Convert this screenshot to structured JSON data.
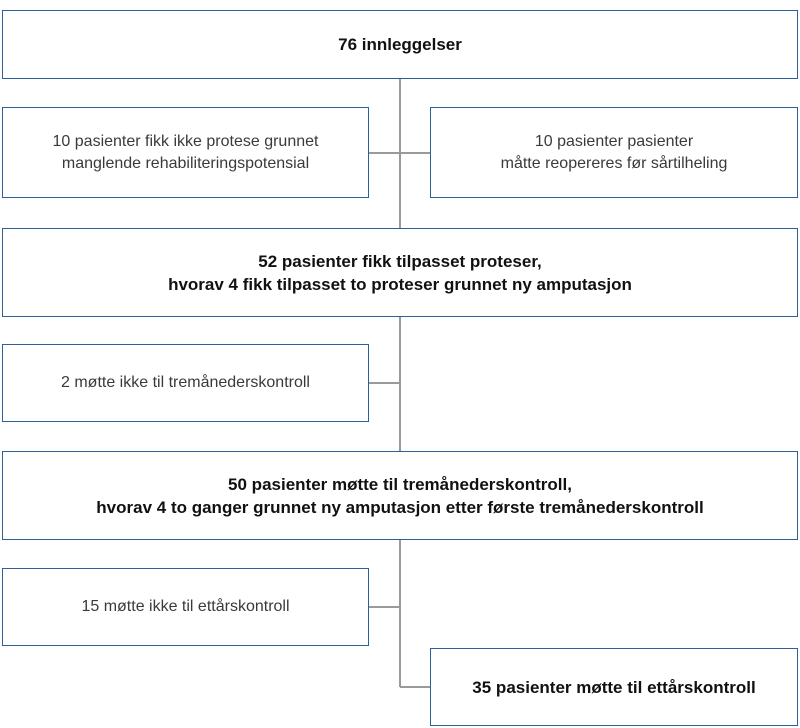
{
  "boxes": {
    "admissions": {
      "lines": [
        "76 innleggelser"
      ]
    },
    "no_prosthesis": {
      "lines": [
        "10 pasienter fikk ikke protese grunnet",
        "manglende rehabiliteringspotensial"
      ]
    },
    "reoperated": {
      "lines": [
        "10 pasienter pasienter",
        "måtte reopereres før sårtilheling"
      ]
    },
    "fitted": {
      "lines": [
        "52 pasienter fikk tilpasset proteser,",
        "hvorav 4 fikk tilpasset to proteser grunnet ny amputasjon"
      ]
    },
    "missed_3month": {
      "lines": [
        "2 møtte ikke til tremånederskontroll"
      ]
    },
    "attended_3month": {
      "lines": [
        "50 pasienter møtte til tremånederskontroll,",
        "hvorav 4 to ganger grunnet ny amputasjon etter første tremånederskontroll"
      ]
    },
    "missed_1year": {
      "lines": [
        "15 møtte ikke til ettårskontroll"
      ]
    },
    "attended_1year": {
      "lines": [
        "35 pasienter møtte til ettårskontroll"
      ]
    }
  }
}
